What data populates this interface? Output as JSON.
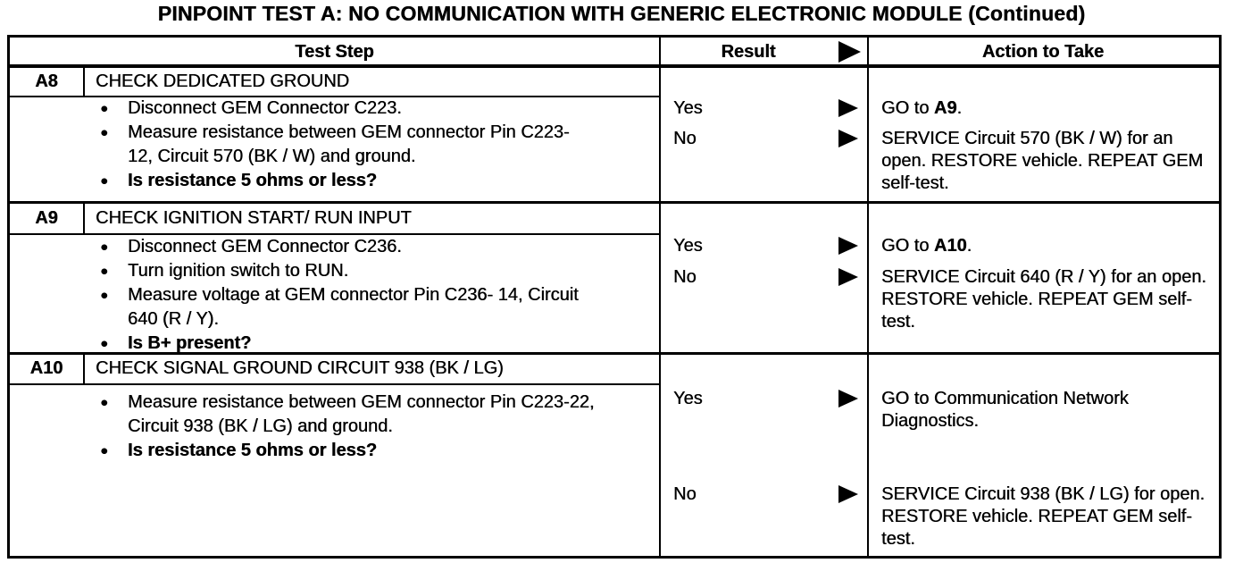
{
  "title": "PINPOINT TEST A: NO COMMUNICATION WITH GENERIC ELECTRONIC MODULE (Continued)",
  "icons": {
    "header_arrow": "filled-right-triangle",
    "result_arrow": "filled-right-triangle"
  },
  "table": {
    "headers": {
      "test_step": "Test Step",
      "result": "Result",
      "action": "Action to Take"
    },
    "sections": [
      {
        "step_id": "A8",
        "step_title": "CHECK DEDICATED GROUND",
        "bullets": [
          {
            "text": "Disconnect GEM Connector C223.",
            "bold": false
          },
          {
            "text": "Measure resistance between GEM connector Pin C223- 12, Circuit 570 (BK / W) and ground.",
            "bold": false
          },
          {
            "text": "Is resistance 5 ohms or less?",
            "bold": true
          }
        ],
        "outcomes": [
          {
            "answer": "Yes",
            "action_parts": [
              {
                "text": "GO to ",
                "bold": false
              },
              {
                "text": "A9",
                "bold": true
              },
              {
                "text": ".",
                "bold": false
              }
            ]
          },
          {
            "answer": "No",
            "action_parts": [
              {
                "text": "SERVICE Circuit 570 (BK / W) for an open. RESTORE vehicle. REPEAT GEM self-test.",
                "bold": false
              }
            ]
          }
        ]
      },
      {
        "step_id": "A9",
        "step_title": "CHECK IGNITION START/ RUN INPUT",
        "bullets": [
          {
            "text": "Disconnect GEM Connector C236.",
            "bold": false
          },
          {
            "text": "Turn ignition switch to RUN.",
            "bold": false
          },
          {
            "text": "Measure voltage at GEM connector Pin C236- 14, Circuit 640 (R / Y).",
            "bold": false
          },
          {
            "text": "Is B+ present?",
            "bold": true
          }
        ],
        "outcomes": [
          {
            "answer": "Yes",
            "action_parts": [
              {
                "text": "GO to ",
                "bold": false
              },
              {
                "text": "A10",
                "bold": true
              },
              {
                "text": ".",
                "bold": false
              }
            ]
          },
          {
            "answer": "No",
            "action_parts": [
              {
                "text": "SERVICE Circuit 640 (R / Y) for an open. RESTORE vehicle. REPEAT GEM self-test.",
                "bold": false
              }
            ]
          }
        ]
      },
      {
        "step_id": "A10",
        "step_title": "CHECK SIGNAL GROUND CIRCUIT 938 (BK / LG)",
        "bullets": [
          {
            "text": "Measure resistance between GEM connector Pin C223-22, Circuit 938 (BK / LG) and ground.",
            "bold": false
          },
          {
            "text": "Is resistance 5 ohms or less?",
            "bold": true
          }
        ],
        "outcomes": [
          {
            "answer": "Yes",
            "action_parts": [
              {
                "text": "GO to Communication Network Diagnostics.",
                "bold": false
              }
            ]
          },
          {
            "answer": "No",
            "action_parts": [
              {
                "text": "SERVICE Circuit 938 (BK / LG) for open. RESTORE vehicle. REPEAT GEM self-test.",
                "bold": false
              }
            ]
          }
        ]
      }
    ]
  }
}
